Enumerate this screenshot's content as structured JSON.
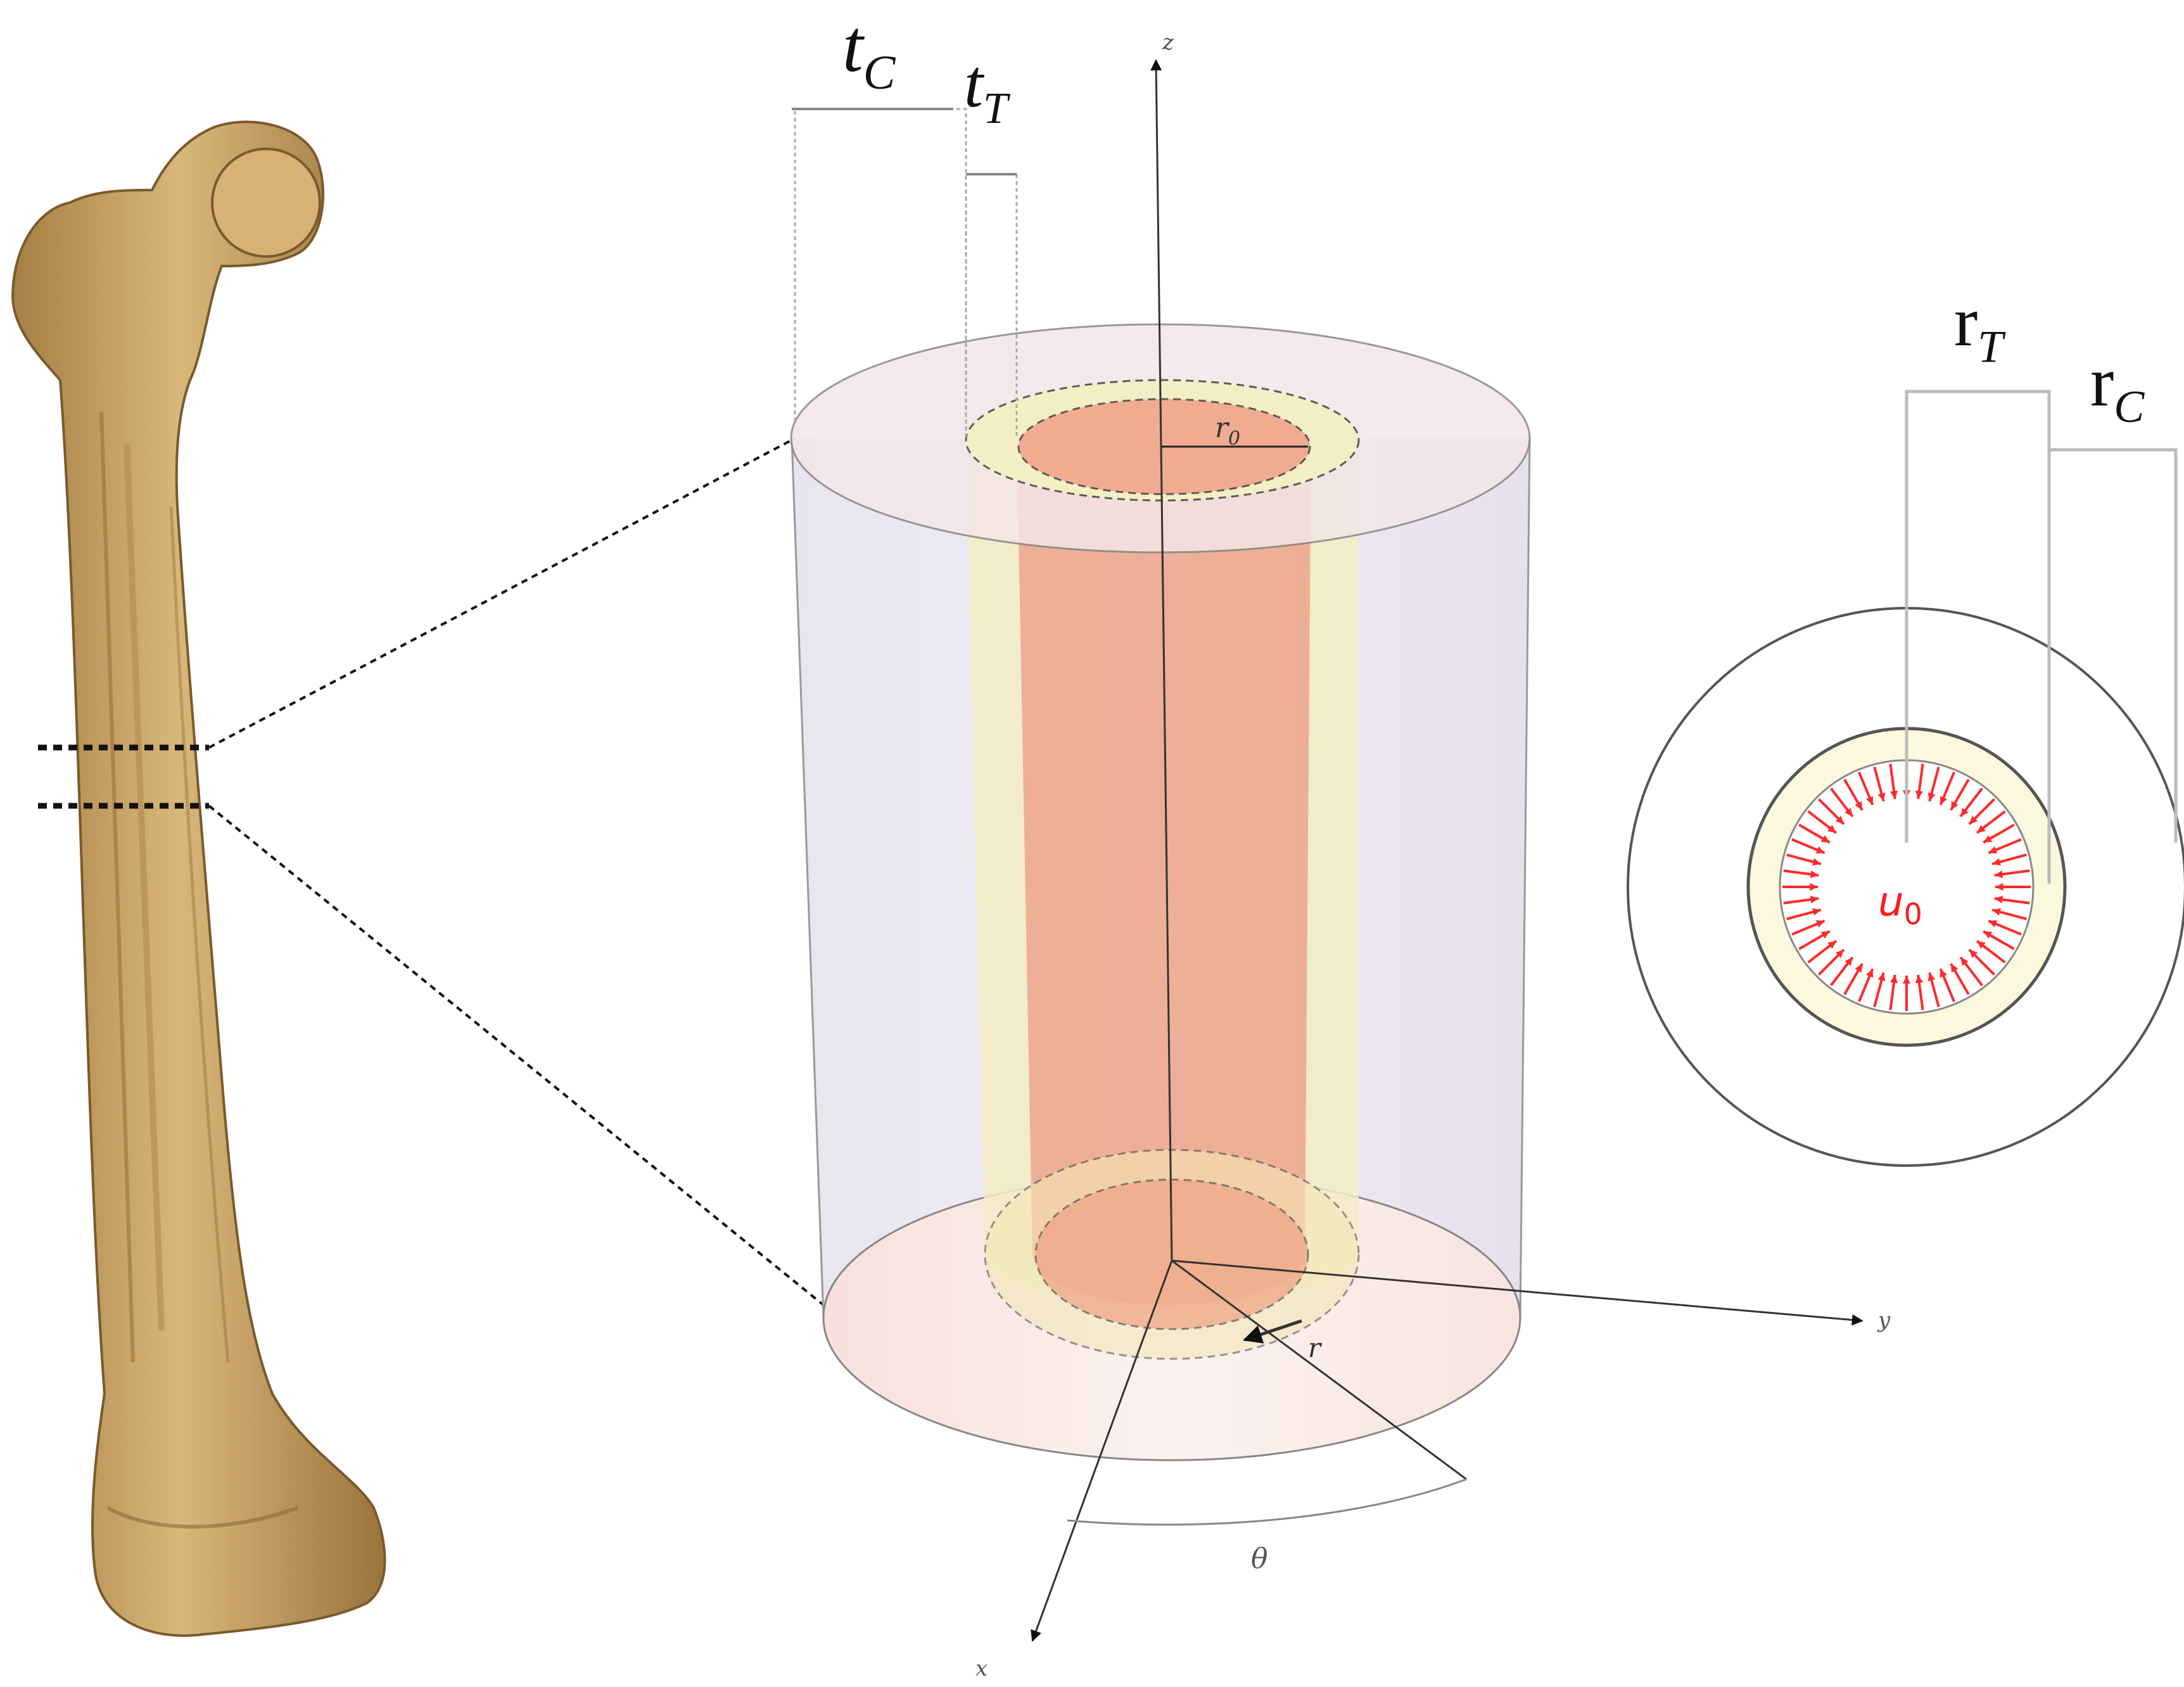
{
  "labels": {
    "t_c": {
      "base": "t",
      "sub": "C"
    },
    "t_t": {
      "base": "t",
      "sub": "T"
    },
    "r_t": {
      "base": "r",
      "sub": "T"
    },
    "r_c": {
      "base": "r",
      "sub": "C"
    },
    "r0": {
      "base": "r",
      "sub": "0"
    },
    "u0": {
      "base": "u",
      "sub": "0"
    },
    "axis_z": "z",
    "axis_y": "y",
    "axis_x": "x",
    "radius": "r",
    "angle": "θ"
  },
  "colors": {
    "bone_fill": "#c9a66b",
    "bone_shade": "#8a6a3a",
    "cortical_fill": "#e8e2ee",
    "trabecular_fill": "#f5efc8",
    "marrow_fill": "#f0a48a",
    "end_cap_fill": "#f7ddd8",
    "pressure_arrows": "#ff2a2a",
    "outline": "#777777"
  },
  "icons": {
    "femur": "femur-bone-illustration",
    "pressure_arrows": "radial-arrow-ring"
  }
}
